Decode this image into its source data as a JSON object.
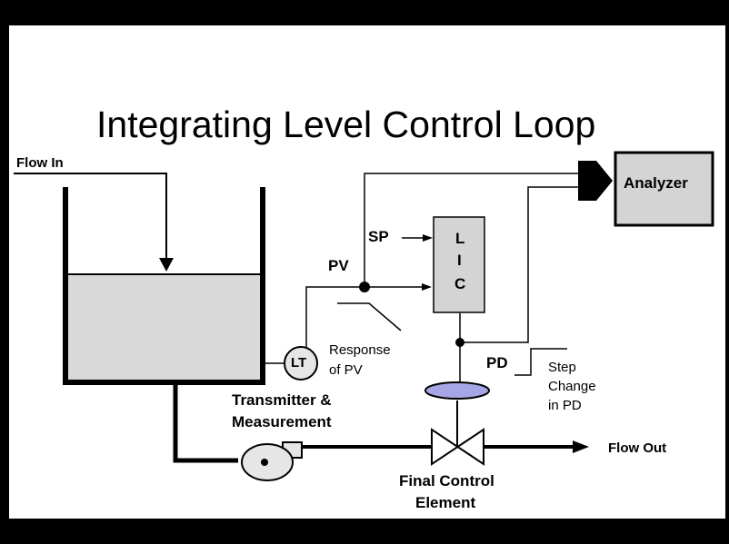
{
  "title": "Integrating Level Control Loop",
  "labels": {
    "flow_in": "Flow In",
    "analyzer": "Analyzer",
    "sp": "SP",
    "pv": "PV",
    "lic_l": "L",
    "lic_i": "I",
    "lic_c": "C",
    "lt": "LT",
    "response_line1": "Response",
    "response_line2": "of PV",
    "pd": "PD",
    "step_line1": "Step",
    "step_line2": "Change",
    "step_line3": "in PD",
    "transmitter_line1": "Transmitter &",
    "transmitter_line2": "Measurement",
    "flow_out": "Flow Out",
    "final_line1": "Final Control",
    "final_line2": "Element"
  },
  "colors": {
    "frame": "#000000",
    "background": "#ffffff",
    "liquid": "#d9d9d9",
    "box_fill": "#d4d4d4",
    "actuator_fill": "#a6a6e6",
    "line": "#000000"
  }
}
